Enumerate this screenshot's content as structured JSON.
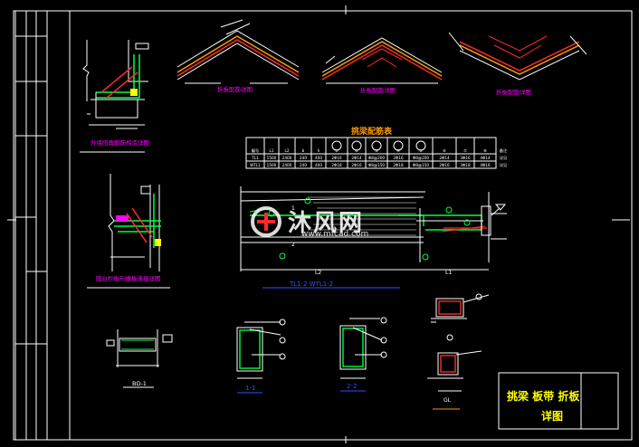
{
  "watermark": {
    "text": "沐风网",
    "url": "www.mfcad.com"
  },
  "title_block": {
    "line1": "挑梁  板带  折板",
    "line2": "详图"
  },
  "table": {
    "title": "挑梁配筋表",
    "headers": [
      "编号",
      "L1",
      "L2",
      "b",
      "h",
      "①",
      "②",
      "③",
      "④",
      "⑤",
      "⑥",
      "⑦",
      "⑧",
      "备注"
    ],
    "rows": [
      [
        "TL1",
        "1500",
        "2400",
        "240",
        "400",
        "2Φ16",
        "2Φ14",
        "Φ8@200",
        "2Φ16",
        "Φ8@200",
        "2Φ14",
        "3Φ16",
        "4Φ14",
        "详见"
      ],
      [
        "WTL1",
        "1500",
        "2400",
        "240",
        "400",
        "2Φ18",
        "2Φ16",
        "Φ8@150",
        "2Φ18",
        "Φ8@150",
        "2Φ16",
        "3Φ18",
        "4Φ16",
        "详见"
      ]
    ]
  },
  "labels": {
    "fold1": "折板配筋详图",
    "fold2": "折板配筋详图",
    "fold3": "折板配筋详图",
    "corner1": "外墙阳角配筋构造详图",
    "corner2": "阳台栏板与楼板连接详图",
    "beam_caption": "TL1:2    WTL1:2",
    "s11": "1-1",
    "s22": "2-2",
    "bd1": "BD-1",
    "gl": "GL",
    "l1": "L1",
    "l2": "L2",
    "g1": "①",
    "n1": "1",
    "n2": "2"
  },
  "colors": {
    "red": "#ff2a2a",
    "yellow": "#ffff00",
    "green": "#00ff40",
    "white": "#ffffff",
    "magenta": "#ff00ff",
    "orange": "#ff9900",
    "blue": "#3050ff"
  }
}
